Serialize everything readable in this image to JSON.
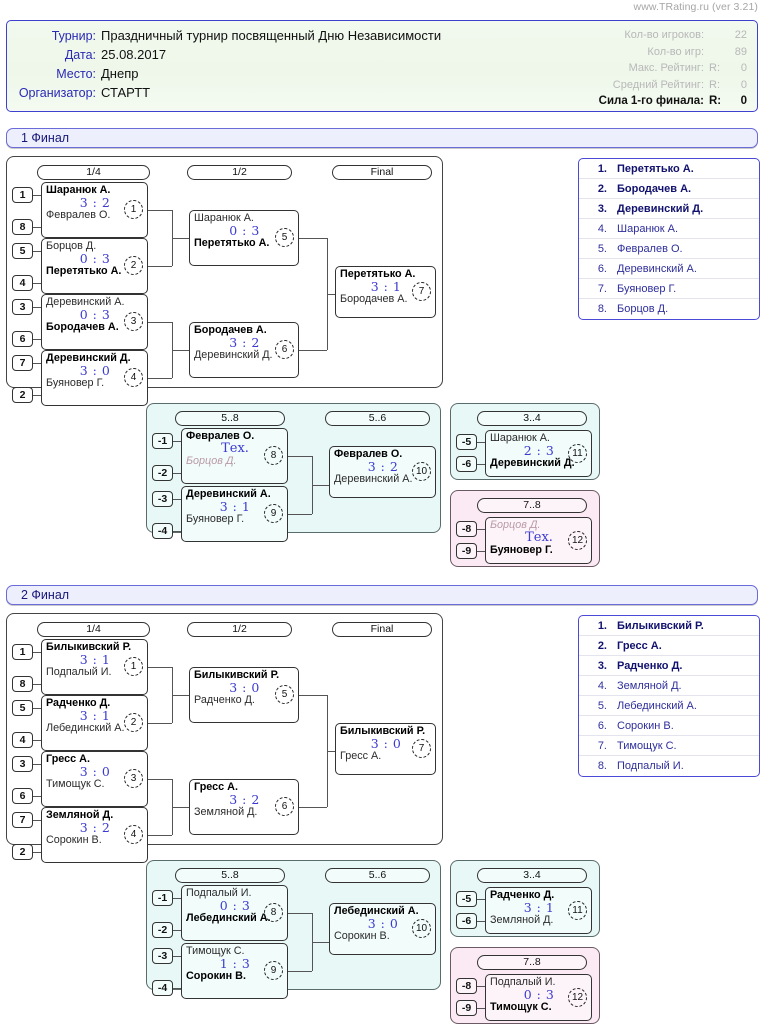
{
  "watermark": "www.TRating.ru (ver 3.21)",
  "info": {
    "rows": [
      {
        "label": "Турнир:",
        "value": "Праздничный турнир посвященный Дню Независимости"
      },
      {
        "label": "Дата:",
        "value": "25.08.2017"
      },
      {
        "label": "Место:",
        "value": "Днепр"
      },
      {
        "label": "Организатор:",
        "value": "СТАРТТ"
      }
    ],
    "stats": [
      {
        "label": "Кол-во игроков:",
        "rv": "",
        "num": "22",
        "strong": false
      },
      {
        "label": "Кол-во игр:",
        "rv": "",
        "num": "89",
        "strong": false
      },
      {
        "label": "Макс. Рейтинг:",
        "rv": "R:",
        "num": "0",
        "strong": false
      },
      {
        "label": "Средний Рейтинг:",
        "rv": "R:",
        "num": "0",
        "strong": false
      },
      {
        "label": "Сила 1-го финала:",
        "rv": "R:",
        "num": "0",
        "strong": true
      }
    ]
  },
  "sections": [
    {
      "title": "1 Финал",
      "rounds": {
        "r1": "1/4",
        "r2": "1/2",
        "r3": "Final",
        "c1": "5..8",
        "c2": "5..6",
        "c3": "3..4",
        "c4": "7..8"
      },
      "main": {
        "quarters": [
          {
            "seedTop": "1",
            "seedBot": "8",
            "top": "Шаранюк А.",
            "bot": "Февралев О.",
            "score": "3 : 2",
            "topWin": true,
            "botWin": false,
            "idx": "1"
          },
          {
            "seedTop": "5",
            "seedBot": "4",
            "top": "Борцов Д.",
            "bot": "Перетятько А.",
            "score": "0 : 3",
            "topWin": false,
            "botWin": true,
            "idx": "2"
          },
          {
            "seedTop": "3",
            "seedBot": "6",
            "top": "Деревинский А.",
            "bot": "Бородачев А.",
            "score": "0 : 3",
            "topWin": false,
            "botWin": true,
            "idx": "3"
          },
          {
            "seedTop": "7",
            "seedBot": "2",
            "top": "Деревинский Д.",
            "bot": "Буяновер Г.",
            "score": "3 : 0",
            "topWin": true,
            "botWin": false,
            "idx": "4"
          }
        ],
        "semis": [
          {
            "top": "Шаранюк А.",
            "bot": "Перетятько А.",
            "score": "0 : 3",
            "topWin": false,
            "botWin": true,
            "idx": "5"
          },
          {
            "top": "Бородачев А.",
            "bot": "Деревинский Д.",
            "score": "3 : 2",
            "topWin": true,
            "botWin": false,
            "idx": "6"
          }
        ],
        "final": {
          "top": "Перетятько А.",
          "bot": "Бородачев А.",
          "score": "3 : 1",
          "topWin": true,
          "botWin": false,
          "idx": "7"
        }
      },
      "cons58": [
        {
          "seedTop": "-1",
          "seedBot": "-2",
          "top": "Февралев О.",
          "bot": "Борцов Д.",
          "score": "Тех.",
          "tech": true,
          "topWin": true,
          "botWin": false,
          "idx": "8"
        },
        {
          "seedTop": "-3",
          "seedBot": "-4",
          "top": "Деревинский А.",
          "bot": "Буяновер Г.",
          "score": "3 : 1",
          "tech": false,
          "topWin": true,
          "botWin": false,
          "idx": "9"
        }
      ],
      "cons56": {
        "top": "Февралев О.",
        "bot": "Деревинский А.",
        "score": "3 : 2",
        "topWin": true,
        "botWin": false,
        "idx": "10"
      },
      "cons34": {
        "seedTop": "-5",
        "seedBot": "-6",
        "top": "Шаранюк А.",
        "bot": "Деревинский Д.",
        "score": "2 : 3",
        "tech": false,
        "topWin": false,
        "botWin": true,
        "idx": "11"
      },
      "cons78": {
        "seedTop": "-8",
        "seedBot": "-9",
        "top": "Борцов Д.",
        "bot": "Буяновер Г.",
        "score": "Тех.",
        "tech": true,
        "topWin": false,
        "botWin": true,
        "idx": "12"
      },
      "standings": [
        {
          "rank": "1.",
          "name": "Перетятько А.",
          "medal": true
        },
        {
          "rank": "2.",
          "name": "Бородачев А.",
          "medal": true
        },
        {
          "rank": "3.",
          "name": "Деревинский Д.",
          "medal": true
        },
        {
          "rank": "4.",
          "name": "Шаранюк А.",
          "medal": false
        },
        {
          "rank": "5.",
          "name": "Февралев О.",
          "medal": false
        },
        {
          "rank": "6.",
          "name": "Деревинский А.",
          "medal": false
        },
        {
          "rank": "7.",
          "name": "Буяновер Г.",
          "medal": false
        },
        {
          "rank": "8.",
          "name": "Борцов Д.",
          "medal": false
        }
      ]
    },
    {
      "title": "2 Финал",
      "rounds": {
        "r1": "1/4",
        "r2": "1/2",
        "r3": "Final",
        "c1": "5..8",
        "c2": "5..6",
        "c3": "3..4",
        "c4": "7..8"
      },
      "main": {
        "quarters": [
          {
            "seedTop": "1",
            "seedBot": "8",
            "top": "Билыкивский Р.",
            "bot": "Подпалый И.",
            "score": "3 : 1",
            "topWin": true,
            "botWin": false,
            "idx": "1"
          },
          {
            "seedTop": "5",
            "seedBot": "4",
            "top": "Радченко Д.",
            "bot": "Лебединский А.",
            "score": "3 : 1",
            "topWin": true,
            "botWin": false,
            "idx": "2"
          },
          {
            "seedTop": "3",
            "seedBot": "6",
            "top": "Гресс А.",
            "bot": "Тимощук С.",
            "score": "3 : 0",
            "topWin": true,
            "botWin": false,
            "idx": "3"
          },
          {
            "seedTop": "7",
            "seedBot": "2",
            "top": "Земляной Д.",
            "bot": "Сорокин В.",
            "score": "3 : 2",
            "topWin": true,
            "botWin": false,
            "idx": "4"
          }
        ],
        "semis": [
          {
            "top": "Билыкивский Р.",
            "bot": "Радченко Д.",
            "score": "3 : 0",
            "topWin": true,
            "botWin": false,
            "idx": "5"
          },
          {
            "top": "Гресс А.",
            "bot": "Земляной Д.",
            "score": "3 : 2",
            "topWin": true,
            "botWin": false,
            "idx": "6"
          }
        ],
        "final": {
          "top": "Билыкивский Р.",
          "bot": "Гресс А.",
          "score": "3 : 0",
          "topWin": true,
          "botWin": false,
          "idx": "7"
        }
      },
      "cons58": [
        {
          "seedTop": "-1",
          "seedBot": "-2",
          "top": "Подпалый И.",
          "bot": "Лебединский А.",
          "score": "0 : 3",
          "tech": false,
          "topWin": false,
          "botWin": true,
          "idx": "8"
        },
        {
          "seedTop": "-3",
          "seedBot": "-4",
          "top": "Тимощук С.",
          "bot": "Сорокин В.",
          "score": "1 : 3",
          "tech": false,
          "topWin": false,
          "botWin": true,
          "idx": "9"
        }
      ],
      "cons56": {
        "top": "Лебединский А.",
        "bot": "Сорокин В.",
        "score": "3 : 0",
        "topWin": true,
        "botWin": false,
        "idx": "10"
      },
      "cons34": {
        "seedTop": "-5",
        "seedBot": "-6",
        "top": "Радченко Д.",
        "bot": "Земляной Д.",
        "score": "3 : 1",
        "tech": false,
        "topWin": true,
        "botWin": false,
        "idx": "11"
      },
      "cons78": {
        "seedTop": "-8",
        "seedBot": "-9",
        "top": "Подпалый И.",
        "bot": "Тимощук С.",
        "score": "0 : 3",
        "tech": false,
        "topWin": false,
        "botWin": true,
        "idx": "12"
      },
      "standings": [
        {
          "rank": "1.",
          "name": "Билыкивский Р.",
          "medal": true
        },
        {
          "rank": "2.",
          "name": "Гресс А.",
          "medal": true
        },
        {
          "rank": "3.",
          "name": "Радченко Д.",
          "medal": true
        },
        {
          "rank": "4.",
          "name": "Земляной Д.",
          "medal": false
        },
        {
          "rank": "5.",
          "name": "Лебединский А.",
          "medal": false
        },
        {
          "rank": "6.",
          "name": "Сорокин В.",
          "medal": false
        },
        {
          "rank": "7.",
          "name": "Тимощук С.",
          "medal": false
        },
        {
          "rank": "8.",
          "name": "Подпалый И.",
          "medal": false
        }
      ]
    }
  ]
}
